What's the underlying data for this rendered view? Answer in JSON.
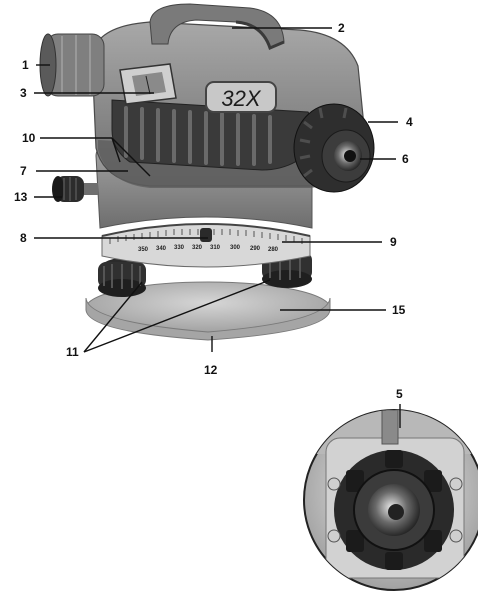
{
  "figure": {
    "product_badge": "32X",
    "scale_numbers": [
      "350",
      "340",
      "330",
      "320",
      "310",
      "300",
      "290",
      "280"
    ],
    "callouts": [
      "1",
      "2",
      "3",
      "4",
      "5",
      "6",
      "7",
      "8",
      "9",
      "10",
      "11",
      "12",
      "13",
      "15"
    ],
    "colors": {
      "body": "#8d8d8d",
      "body_dark": "#555555",
      "rubber": "#2e2e2e",
      "base": "#b9b9b9",
      "lead_lines": "#111111"
    }
  }
}
